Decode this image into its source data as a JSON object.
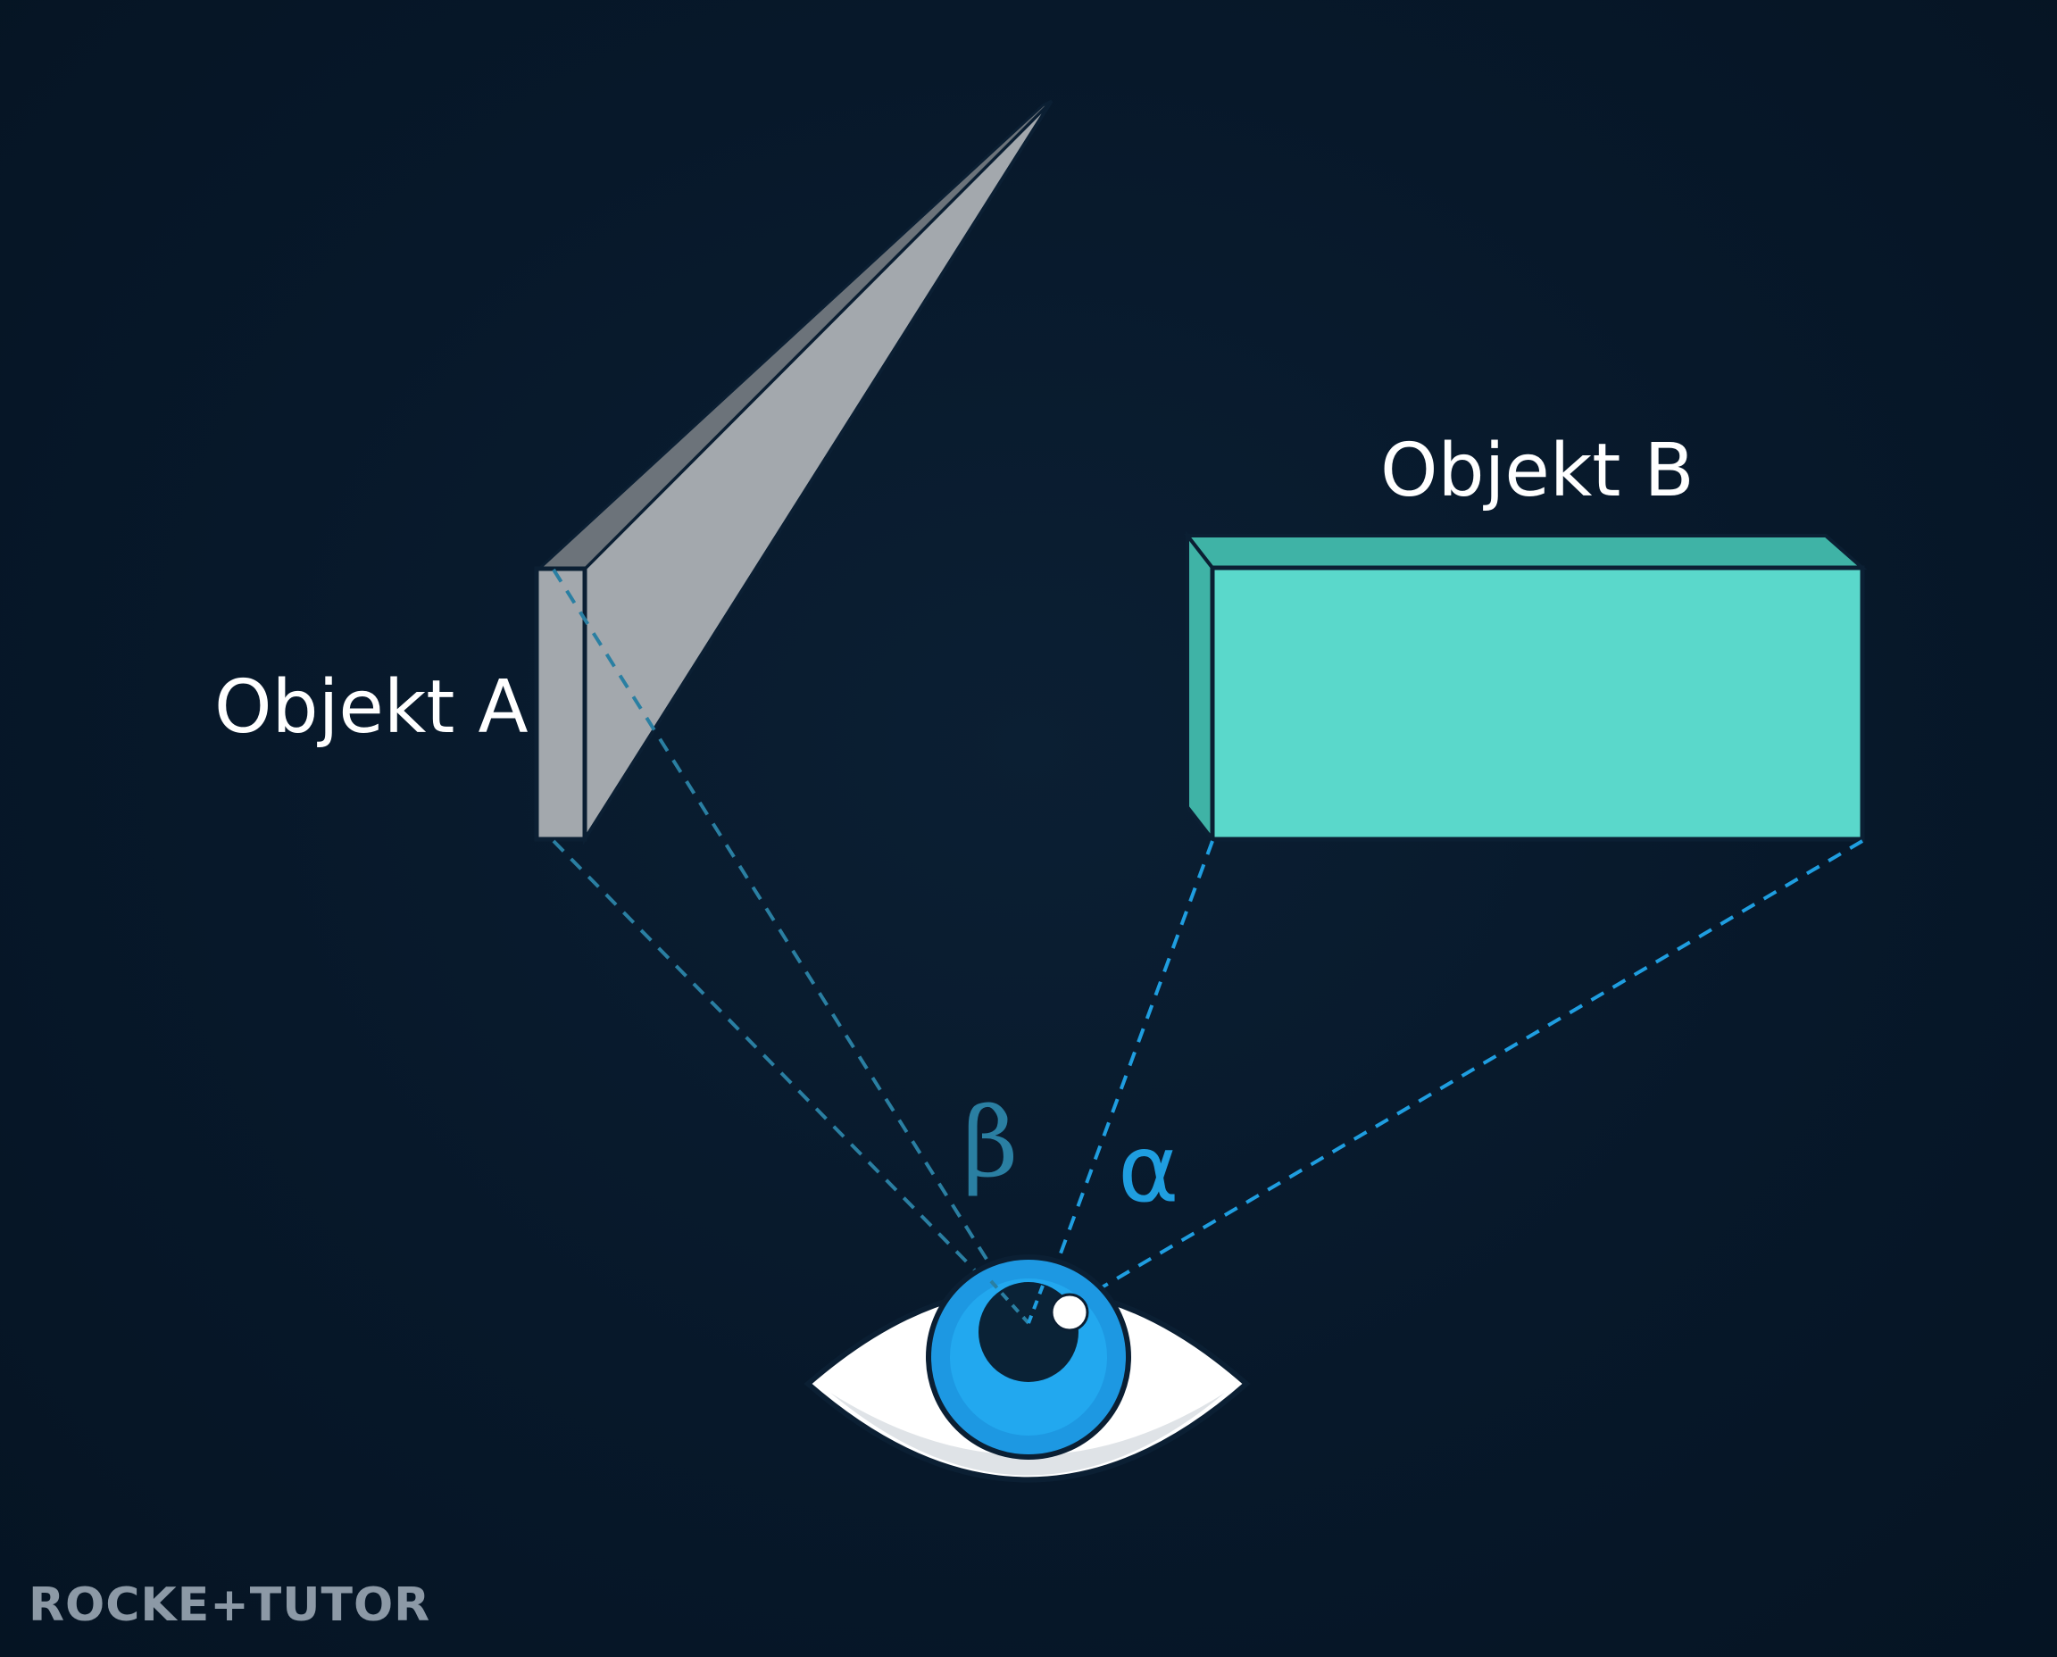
{
  "labels": {
    "object_a": "Objekt A",
    "object_b": "Objekt B",
    "beta": "β",
    "alpha": "α"
  },
  "brand": {
    "name": "ROCKETTUTOR",
    "text": "ROCKE+TUTOR"
  },
  "icons": {
    "viewer": "eye-icon"
  },
  "colors": {
    "background": "#07182a",
    "object_a_front": "#a3a8ad",
    "object_a_side": "#6c737a",
    "object_b_front": "#5ad8cb",
    "object_b_top": "#3fb3a6",
    "ray_a": "#2a7fa2",
    "ray_b": "#1f9ee0",
    "iris": "#1d98e2",
    "brand": "#8c99a6"
  }
}
